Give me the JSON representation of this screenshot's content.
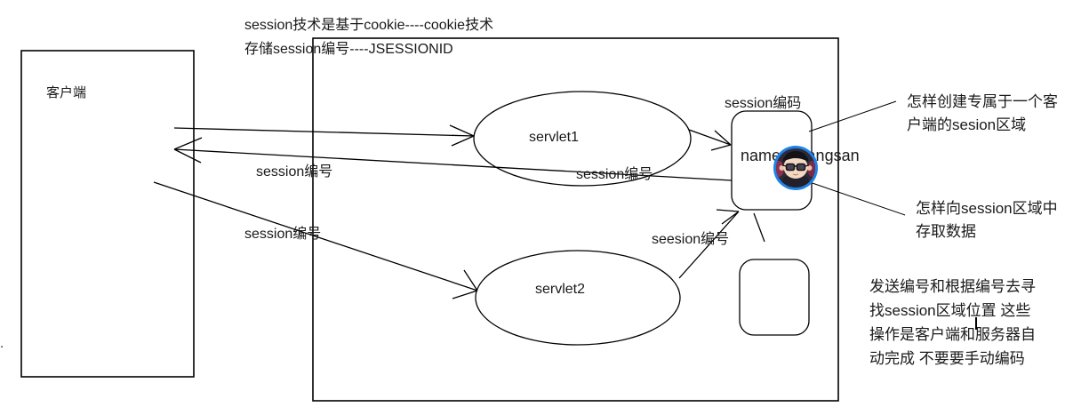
{
  "top_note": "session技术是基于cookie----cookie技术\n存储session编号----JSESSIONID",
  "client": {
    "label": "客户端"
  },
  "server": {
    "servlet1_label": "servlet1",
    "servlet2_label": "servlet2",
    "session_area_caption": "session编码",
    "session_entry": "name=zhangsan"
  },
  "edge_labels": {
    "client_return_session_id": "session编号",
    "servlet1_session_id": "session编号",
    "client_servlet2_session_id": "session编号",
    "servlet2_session_id": "seesion编号"
  },
  "annotations": {
    "create_session": "怎样创建专属于一个客\n户端的sesion区域",
    "access_session": "怎样向session区域中\n存取数据",
    "auto_note": "发送编号和根据编号去寻\n找session区域位置 这些\n操作是客户端和服务器自\n动完成 不要要手动编码"
  },
  "misc": {
    "stray_dot": "."
  },
  "colors": {
    "line": "#000000",
    "avatar_ring": "#1e82e6",
    "avatar_bg": "#2e2a38",
    "skin": "#f3d8c2"
  }
}
